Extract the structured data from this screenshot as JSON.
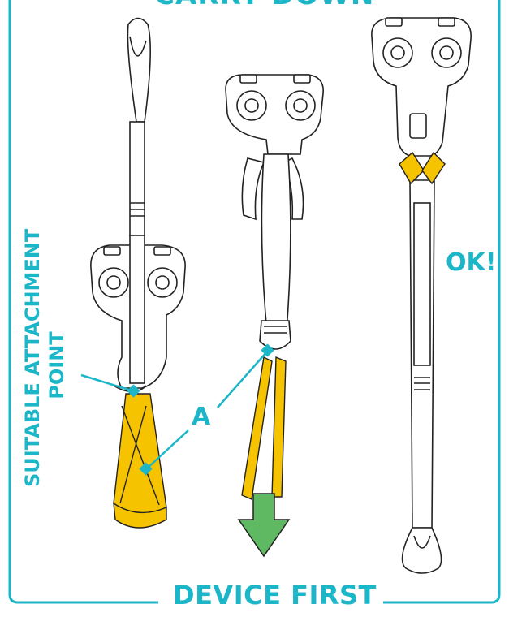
{
  "labels": {
    "top_title": "CARRY DOWN",
    "bottom_title": "DEVICE FIRST",
    "ok": "OK!",
    "marker_a": "A",
    "attachment_line1": "SUITABLE ATTACHMENT",
    "attachment_line2": "POINT"
  },
  "colors": {
    "accent": "#1cb6c9",
    "sling_yellow": "#f6c300",
    "arrow_green": "#5fb862",
    "outline": "#222222"
  },
  "icons": [
    "device-left-icon",
    "device-middle-icon",
    "device-right-icon",
    "down-arrow-icon"
  ]
}
